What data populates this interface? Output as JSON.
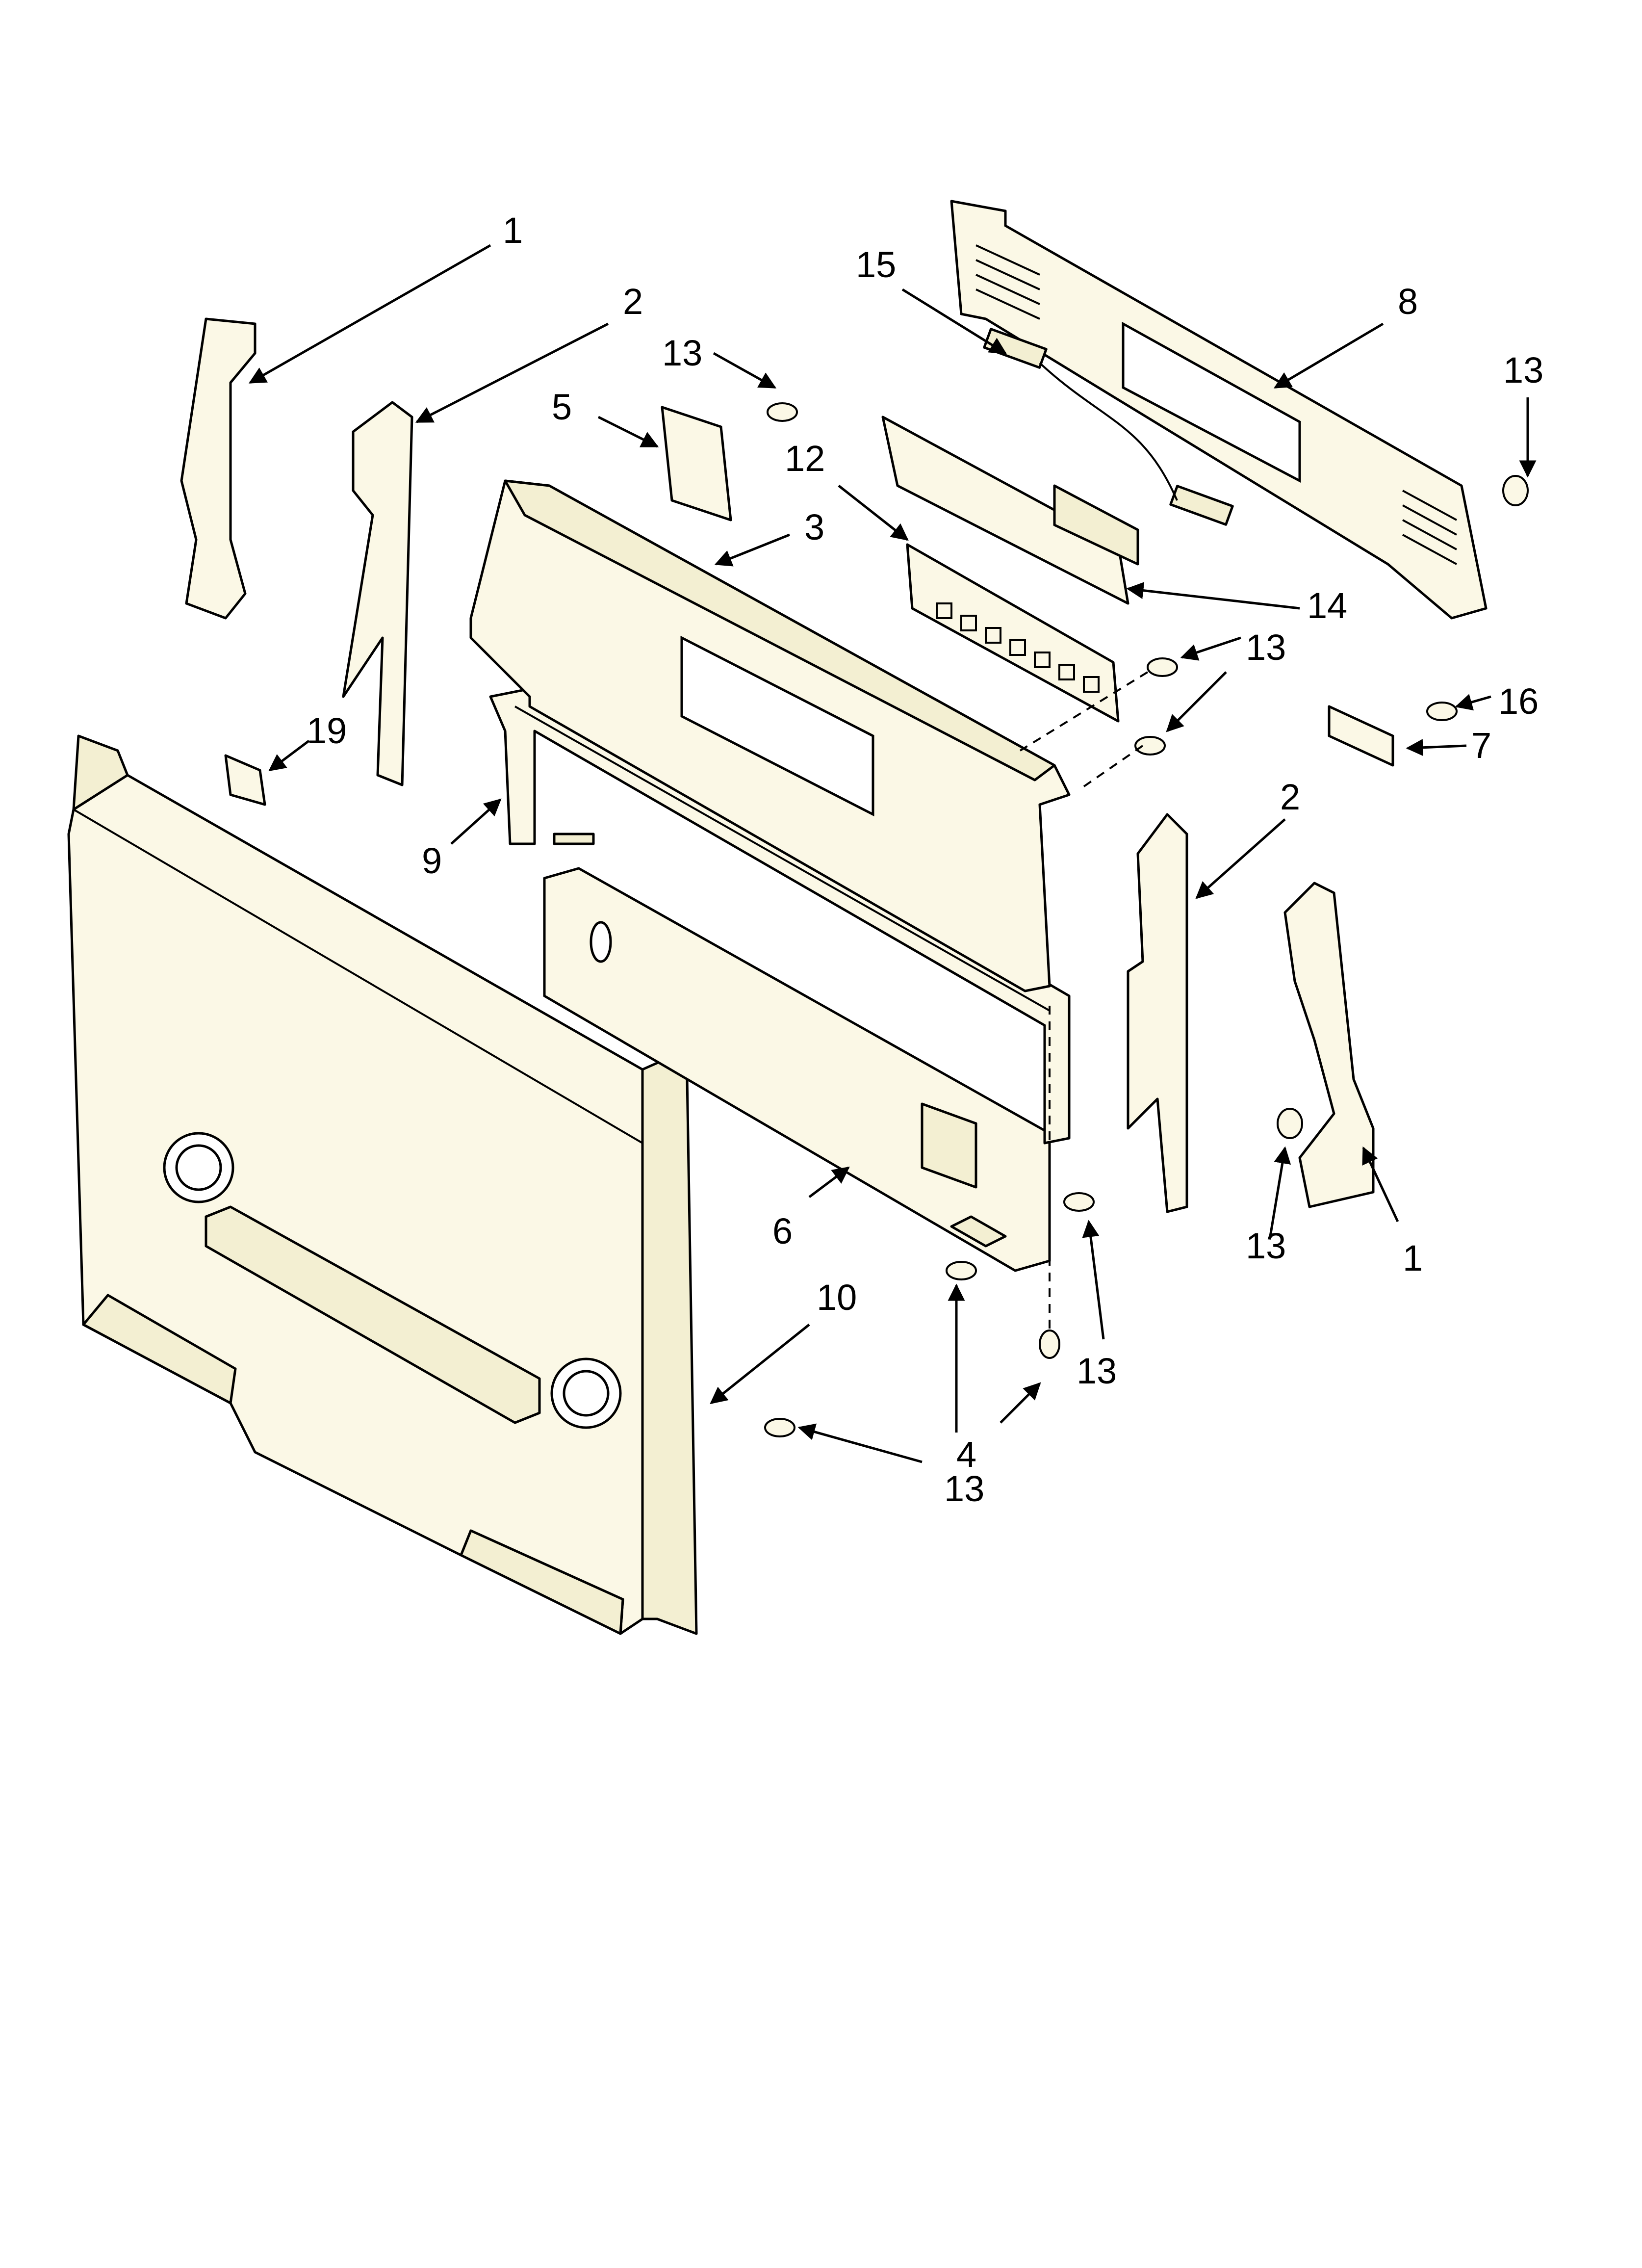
{
  "callouts": [
    {
      "id": "c1a",
      "label": "1"
    },
    {
      "id": "c2a",
      "label": "2"
    },
    {
      "id": "c13a",
      "label": "13"
    },
    {
      "id": "c5",
      "label": "5"
    },
    {
      "id": "c15",
      "label": "15"
    },
    {
      "id": "c8",
      "label": "8"
    },
    {
      "id": "c13b",
      "label": "13"
    },
    {
      "id": "c12",
      "label": "12"
    },
    {
      "id": "c3",
      "label": "3"
    },
    {
      "id": "c14",
      "label": "14"
    },
    {
      "id": "c13c",
      "label": "13"
    },
    {
      "id": "c16",
      "label": "16"
    },
    {
      "id": "c7",
      "label": "7"
    },
    {
      "id": "c19",
      "label": "19"
    },
    {
      "id": "c9",
      "label": "9"
    },
    {
      "id": "c2b",
      "label": "2"
    },
    {
      "id": "c6",
      "label": "6"
    },
    {
      "id": "c13d",
      "label": "13"
    },
    {
      "id": "c1b",
      "label": "1"
    },
    {
      "id": "c10",
      "label": "10"
    },
    {
      "id": "c13e",
      "label": "13"
    },
    {
      "id": "c4",
      "label": "4"
    },
    {
      "id": "c13f",
      "label": "13"
    }
  ]
}
